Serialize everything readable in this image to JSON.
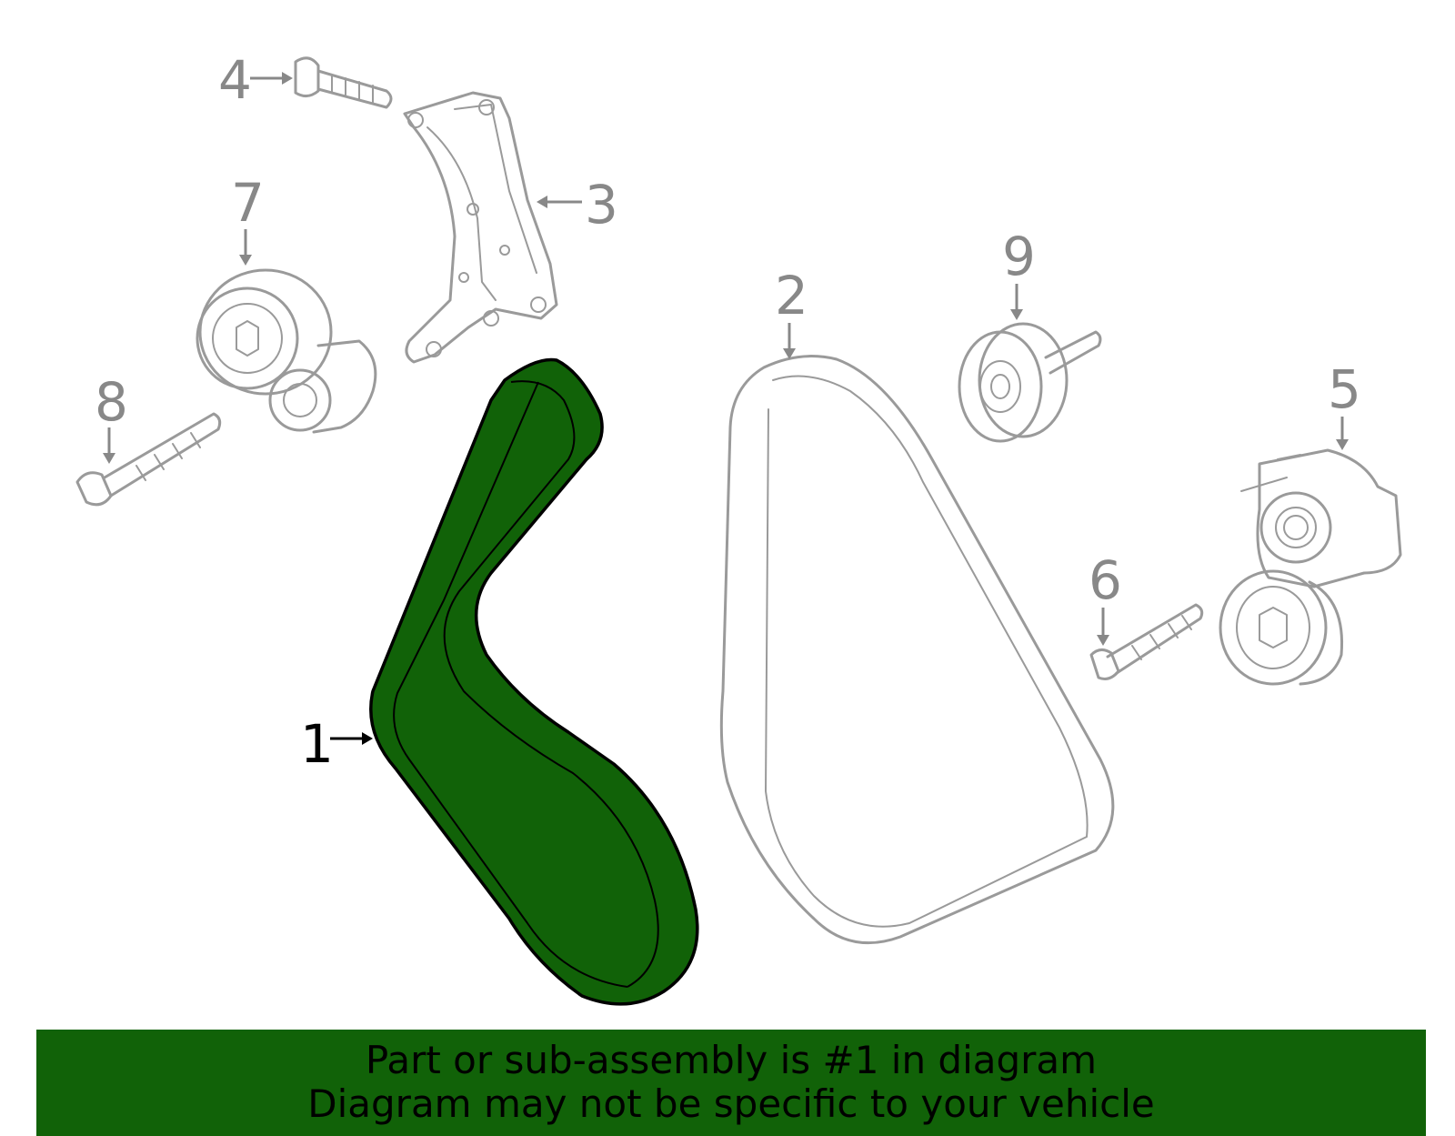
{
  "callouts": {
    "c1": "1",
    "c2": "2",
    "c3": "3",
    "c4": "4",
    "c5": "5",
    "c6": "6",
    "c7": "7",
    "c8": "8",
    "c9": "9"
  },
  "highlighted_part": "1",
  "colors": {
    "highlight": "#116208",
    "part_outline": "#9a9a9a",
    "banner_background": "#116208"
  },
  "banner": {
    "line1": "Part or sub-assembly is #1 in diagram",
    "line2": "Diagram may not be specific to your vehicle"
  }
}
